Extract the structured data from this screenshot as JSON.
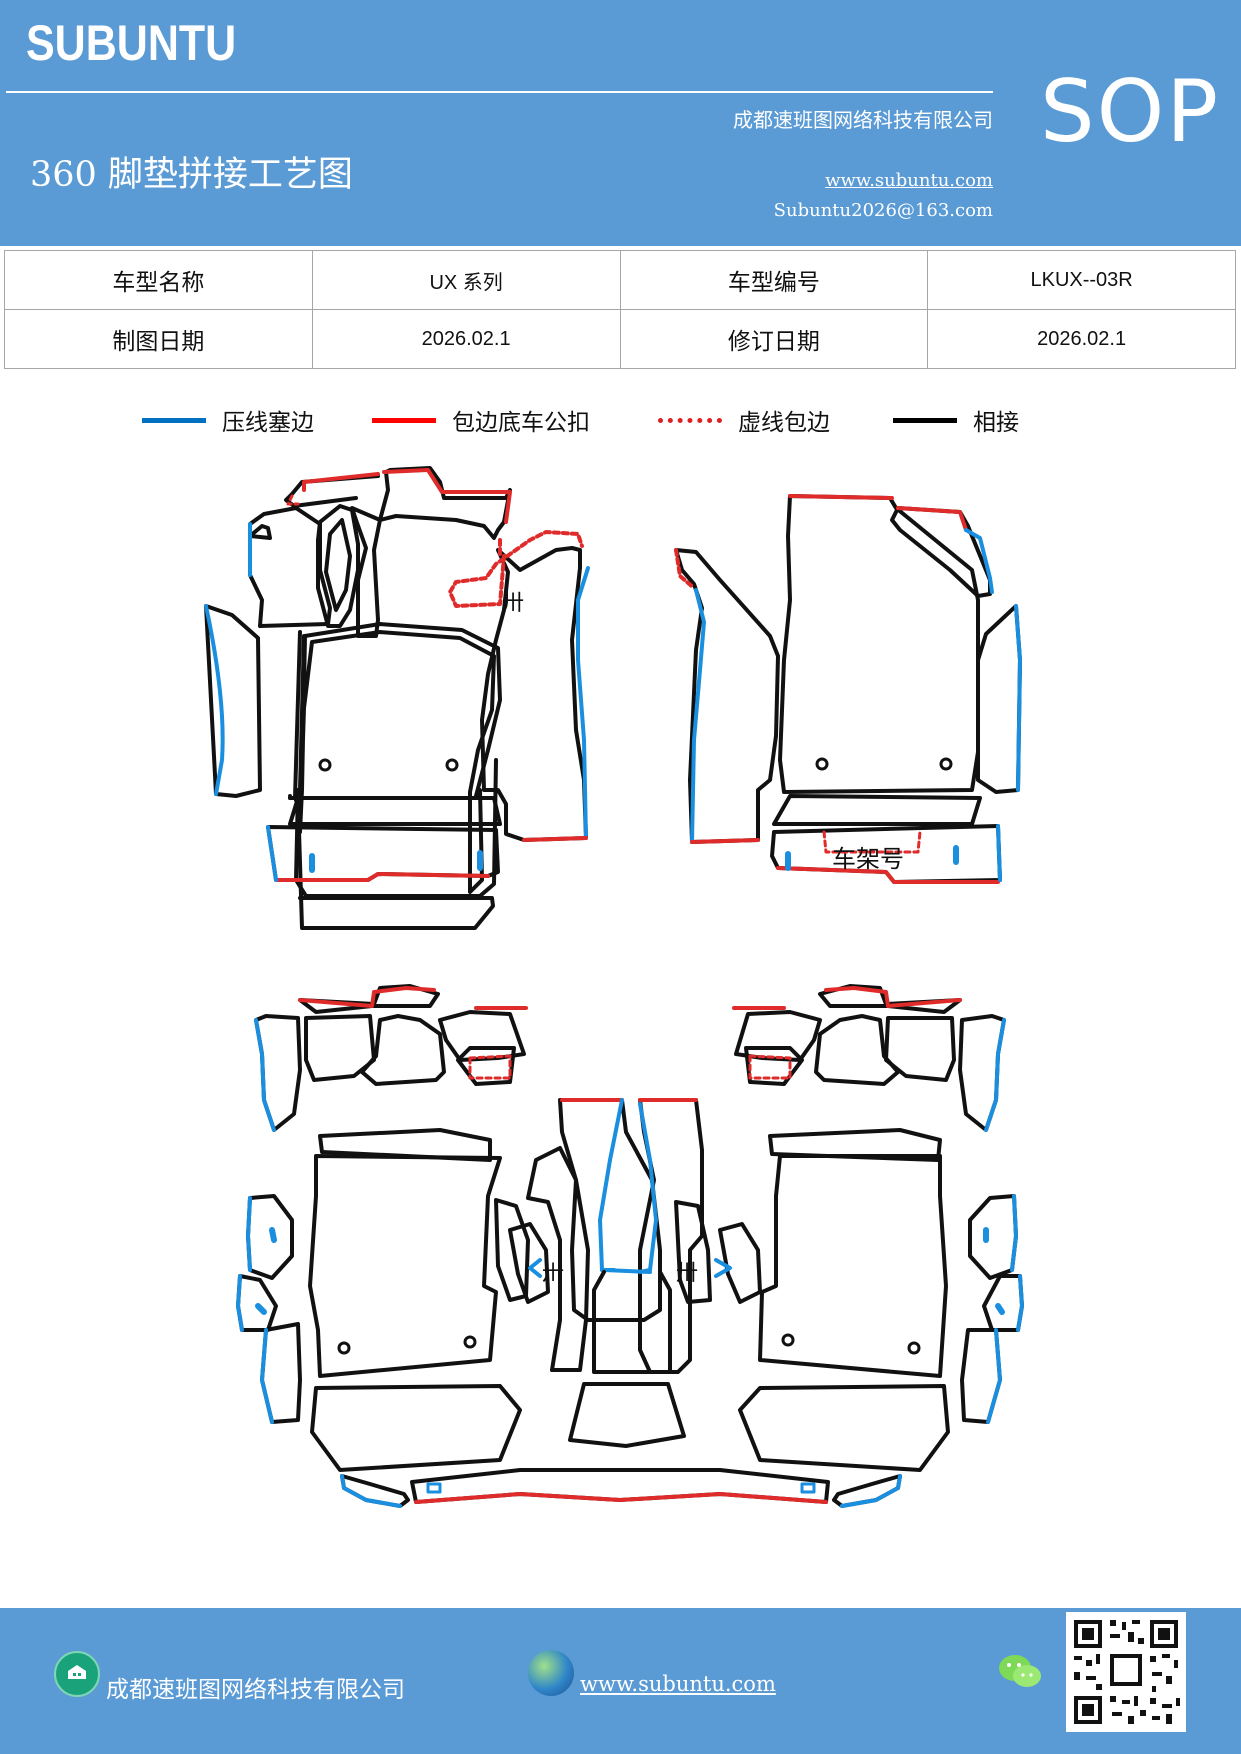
{
  "header": {
    "brand": "SUBUNTU",
    "sop": "SOP",
    "company": "成都速班图网络科技有限公司",
    "title": "360 脚垫拼接工艺图",
    "website": "www.subuntu.com",
    "email": "Subuntu2026@163.com"
  },
  "info_table": {
    "model_name_label": "车型名称",
    "model_name_value": "UX 系列",
    "model_code_label": "车型编号",
    "model_code_value": "LKUX--03R",
    "draw_date_label": "制图日期",
    "draw_date_value": "2026.02.1",
    "revise_date_label": "修订日期",
    "revise_date_value": "2026.02.1"
  },
  "legend": [
    {
      "label": "压线塞边",
      "color": "#0070c0",
      "style": "solid"
    },
    {
      "label": "包边底车公扣",
      "color": "#ff0000",
      "style": "solid"
    },
    {
      "label": "虚线包边",
      "color": "#e02020",
      "style": "dotted"
    },
    {
      "label": "相接",
      "color": "#000000",
      "style": "solid"
    }
  ],
  "diagram": {
    "frame_label": "车架号",
    "glyph": "卅"
  },
  "colors": {
    "banner": "#5b9bd5",
    "blue_line": "#1a8fe0",
    "red_line": "#e02b2b",
    "black_line": "#111111"
  },
  "footer": {
    "company": "成都速班图网络科技有限公司",
    "website": "www.subuntu.com",
    "icons": [
      "building-icon",
      "globe-icon",
      "wechat-icon",
      "qr-code"
    ]
  }
}
